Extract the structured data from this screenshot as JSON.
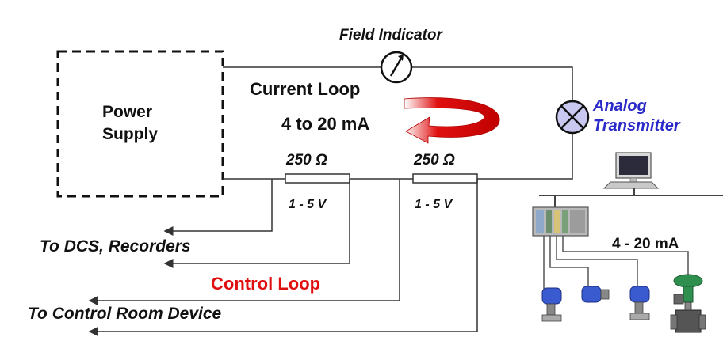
{
  "labels": {
    "field_indicator": "Field Indicator",
    "current_loop": "Current Loop",
    "current_range": "4 to 20 mA",
    "power_supply_line1": "Power",
    "power_supply_line2": "Supply",
    "analog_transmitter_line1": "Analog",
    "analog_transmitter_line2": "Transmitter",
    "resistor_left_value": "250 Ω",
    "resistor_right_value": "250 Ω",
    "voltage_left": "1 - 5 V",
    "voltage_right": "1 - 5 V",
    "to_dcs": "To DCS, Recorders",
    "control_loop": "Control Loop",
    "to_control_room": "To Control Room Device",
    "field_signal": "4 - 20 mA"
  },
  "colors": {
    "loop_arrow": "#e01010",
    "control_loop_text": "#e01010",
    "analog_transmitter_text": "#2a2ac8",
    "transmitter_fill": "#c8c8f0",
    "device_blue": "#3a5ad0",
    "valve_green": "#2f8f4f"
  },
  "icons": {
    "field_indicator": "gauge-icon",
    "analog_transmitter": "lamp-cross-icon",
    "computer": "computer-icon",
    "controller": "controller-rack-icon",
    "field_device": "pressure-transmitter-icon",
    "valve": "control-valve-icon"
  }
}
